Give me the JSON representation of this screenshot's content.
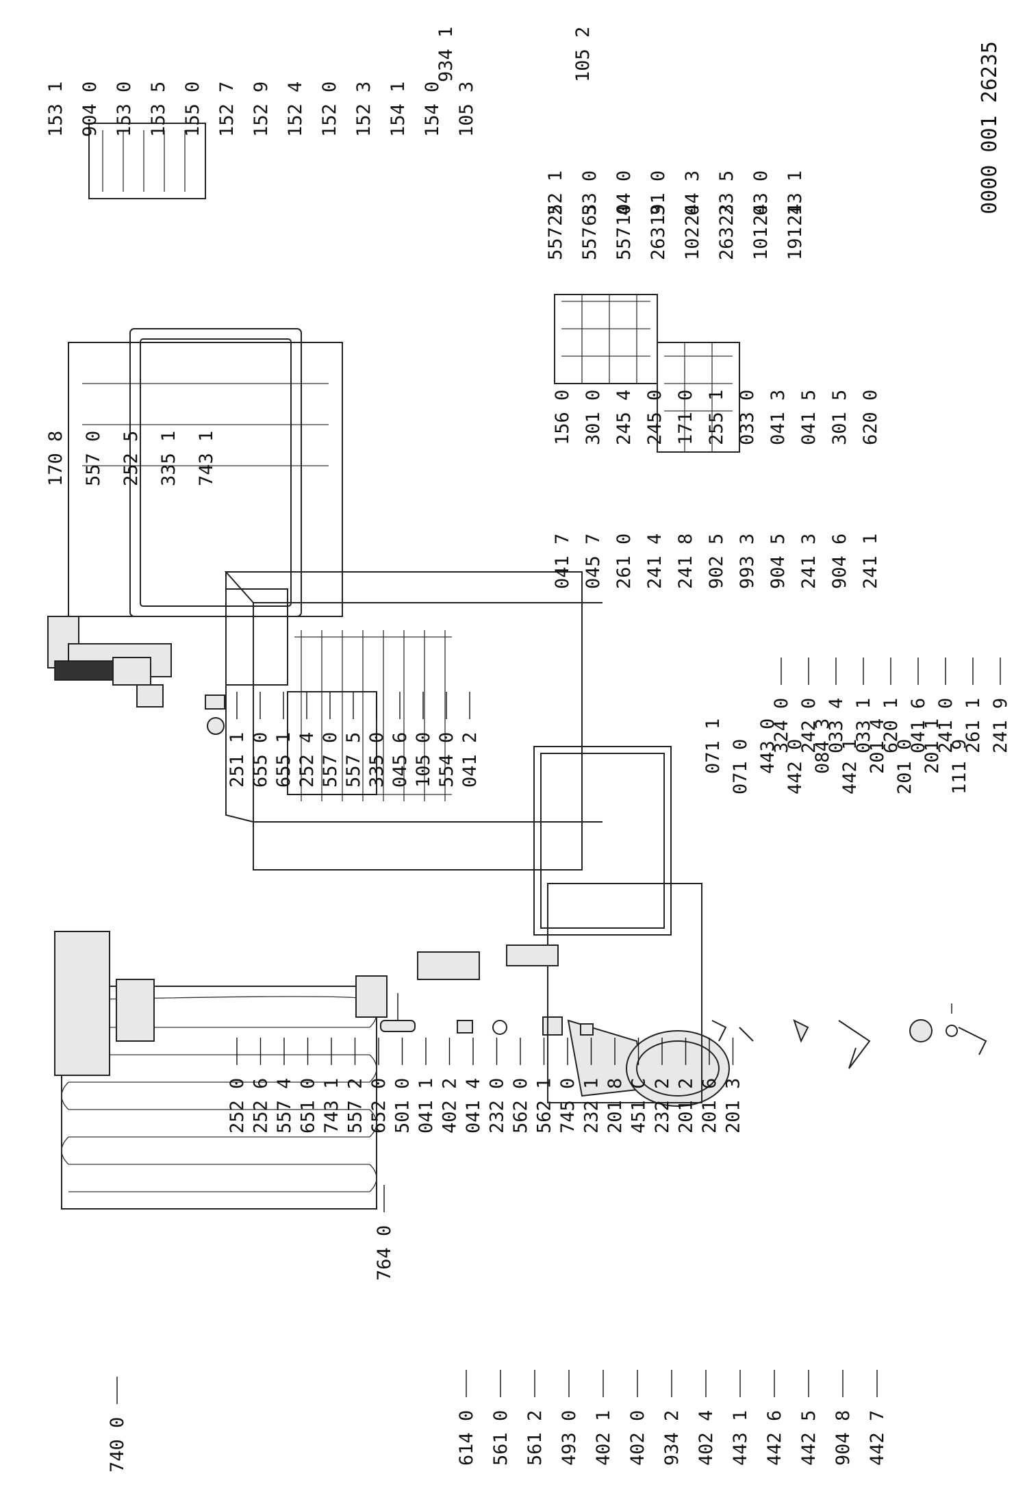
{
  "drawing": {
    "reference": "0000 001 26235"
  },
  "column_1": {
    "labels": [
      "740 0",
      "614 0",
      "561 0",
      "561 2",
      "493 0",
      "402 1",
      "402 0",
      "934 2",
      "402 4",
      "443 1",
      "442 6",
      "442 5",
      "904 8",
      "442 7"
    ],
    "top_label": "764 0"
  },
  "column_2": {
    "labels": [
      "252 0",
      "252 6",
      "557 4",
      "651 0",
      "743 1",
      "557 2",
      "652 0",
      "501 0",
      "041 1",
      "402 2",
      "041 4",
      "232 0",
      "562 0",
      "562 1",
      "745 0",
      "232 1",
      "201 8",
      "451 C",
      "232 2",
      "201 2",
      "201 6",
      "201 3"
    ],
    "top_labels": [
      "251 1",
      "655 0",
      "655 1",
      "252 4",
      "557 0",
      "557 5",
      "335 0",
      "045 6",
      "105 0",
      "554 0",
      "041 2",
      "071 1",
      "071 0",
      "443 0",
      "442 0",
      "084 3",
      "442 1",
      "201 4",
      "201 0",
      "201 1",
      "111 9"
    ]
  },
  "column_3": {
    "labels": [
      "324 0",
      "242 0",
      "033 4",
      "033 1",
      "620 1",
      "041 6",
      "241 0",
      "261 1",
      "241 9"
    ],
    "top_labels": [
      "156 0",
      "301 0",
      "245 4",
      "245 0",
      "171 0",
      "255 1",
      "033 0",
      "041 3",
      "041 5",
      "301 5",
      "620 0",
      "041 7",
      "045 7",
      "261 0",
      "241 4",
      "241 8",
      "902 5",
      "993 3",
      "904 5",
      "241 3",
      "904 6",
      "241 1"
    ]
  },
  "column_4": {
    "labels": [
      "170 8",
      "557 0",
      "252 5",
      "335 1",
      "743 1"
    ],
    "top_labels": [
      "252 1",
      "633 0",
      "104 0",
      "191 0",
      "244 3",
      "233 5",
      "243 0",
      "243 1",
      "557 2",
      "557 5",
      "557 4",
      "263 3",
      "102 0",
      "263 2",
      "101 0",
      "191 1"
    ]
  },
  "column_5": {
    "labels": [
      "153 1",
      "904 0",
      "153 0",
      "153 5",
      "155 0",
      "152 7",
      "152 9",
      "152 4",
      "152 0",
      "152 3",
      "154 1",
      "154 0",
      "105 3"
    ],
    "top_labels": [
      "934 1",
      "105 2"
    ]
  }
}
